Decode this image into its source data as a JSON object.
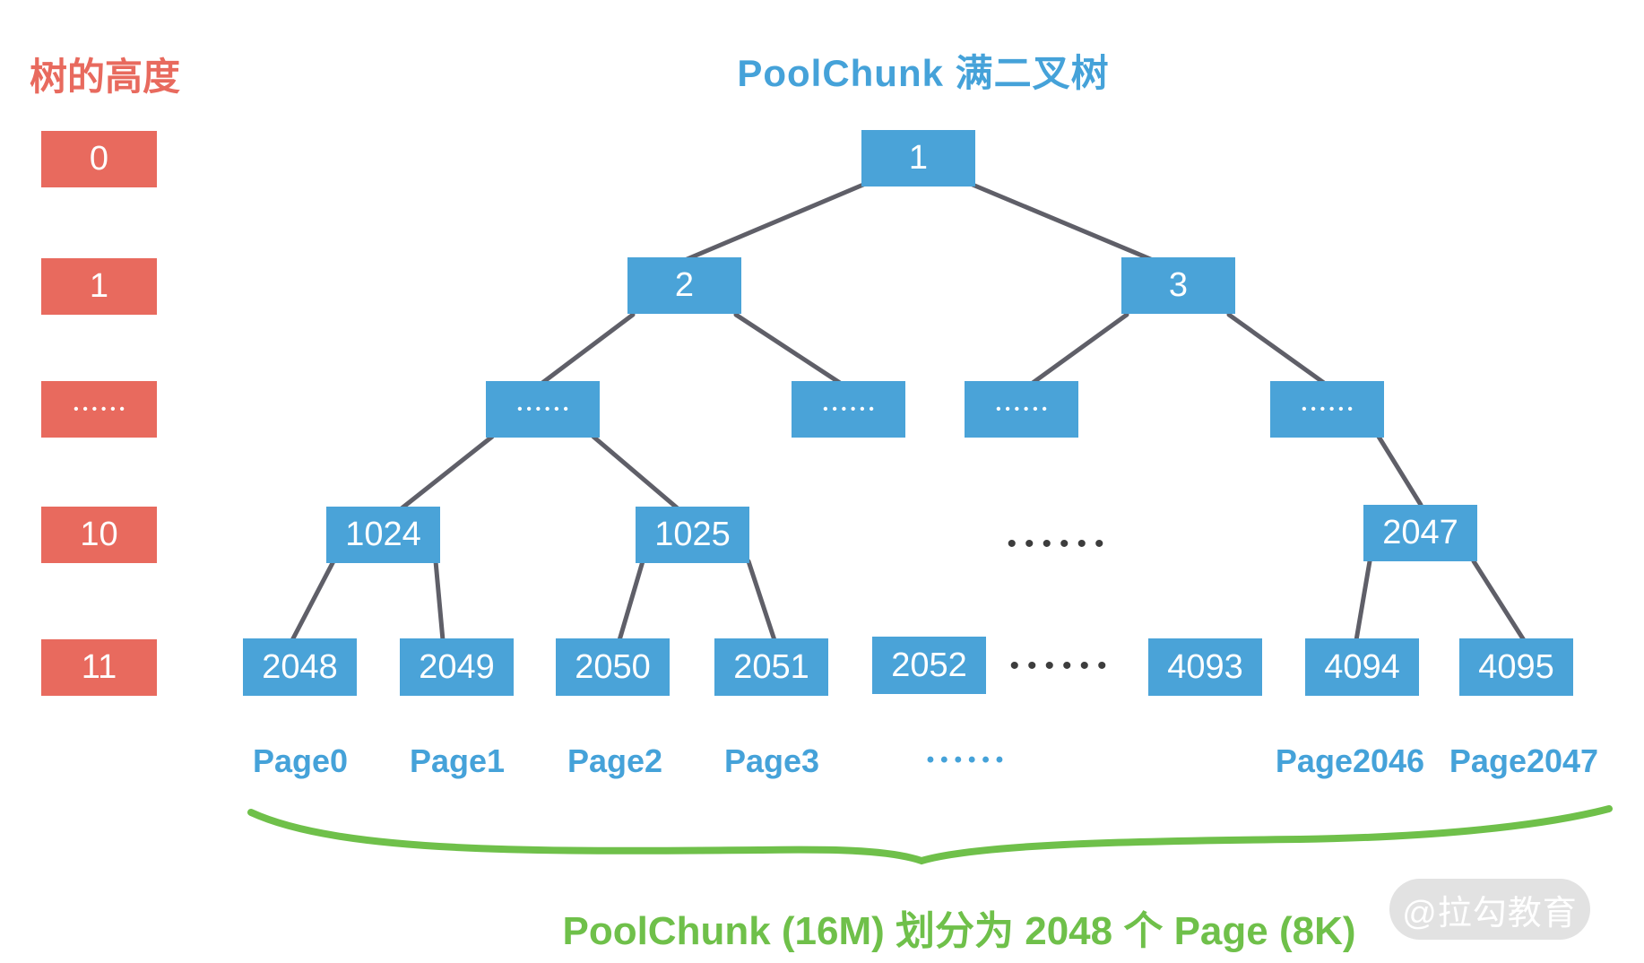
{
  "title": "PoolChunk 满二叉树",
  "legend": {
    "heading": "树的高度",
    "rows": [
      "0",
      "1",
      "••••••",
      "10",
      "11"
    ]
  },
  "tree": {
    "root": "1",
    "level1": [
      "2",
      "3"
    ],
    "level2": [
      "••••••",
      "••••••",
      "••••••",
      "••••••"
    ],
    "level10": [
      "1024",
      "1025",
      "2047"
    ],
    "level10_gap_dots": "••••••",
    "level11": [
      "2048",
      "2049",
      "2050",
      "2051",
      "2052",
      "4093",
      "4094",
      "4095"
    ],
    "level11_gap_dots": "••••••"
  },
  "pages": {
    "labels": [
      "Page0",
      "Page1",
      "Page2",
      "Page3",
      "Page2046",
      "Page2047"
    ],
    "gap_dots": "••••••"
  },
  "caption": "PoolChunk (16M) 划分为 2048 个 Page (8K)",
  "watermark": "@拉勾教育",
  "colors": {
    "node_blue": "#4AA3D8",
    "legend_red": "#E86A5E",
    "edge_gray": "#5F5F68",
    "green": "#6FC04A",
    "text_blue": "#45A2D9",
    "dark_dots": "#3D3D3D"
  }
}
